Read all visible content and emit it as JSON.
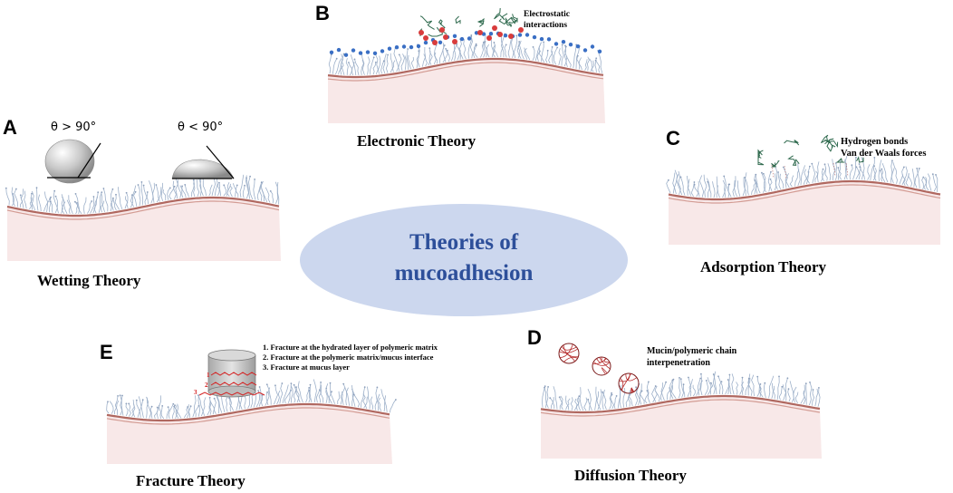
{
  "center": {
    "line1": "Theories of",
    "line2": "mucoadhesion"
  },
  "panels": {
    "A": {
      "letter": "A",
      "title": "Wetting Theory",
      "angle_left": "θ > 90°",
      "angle_right": "θ < 90°"
    },
    "B": {
      "letter": "B",
      "title": "Electronic Theory",
      "note_line1": "Electrostatic",
      "note_line2": "interactions"
    },
    "C": {
      "letter": "C",
      "title": "Adsorption Theory",
      "note_line1": "Hydrogen bonds",
      "note_line2": "Van der Waals forces"
    },
    "D": {
      "letter": "D",
      "title": "Diffusion Theory",
      "note_line1": "Mucin/polymeric chain",
      "note_line2": "interpenetration"
    },
    "E": {
      "letter": "E",
      "title": "Fracture Theory",
      "items": [
        "1. Fracture at the hydrated layer of polymeric matrix",
        "2. Fracture at the polymeric matrix/mucus interface",
        "3. Fracture at mucus layer"
      ],
      "markers": [
        "1",
        "2",
        "3"
      ]
    }
  },
  "colors": {
    "tissue": "#f8e8e8",
    "membrane": "#b06860",
    "mucus": "#93a8c4",
    "negative_dot": "#3a6fc4",
    "positive_dot": "#d83c3c",
    "polymer": "#2f6a4e",
    "fracture": "#d42020",
    "ellipse": "#ccd7ee",
    "center_text": "#2d4f9a"
  }
}
